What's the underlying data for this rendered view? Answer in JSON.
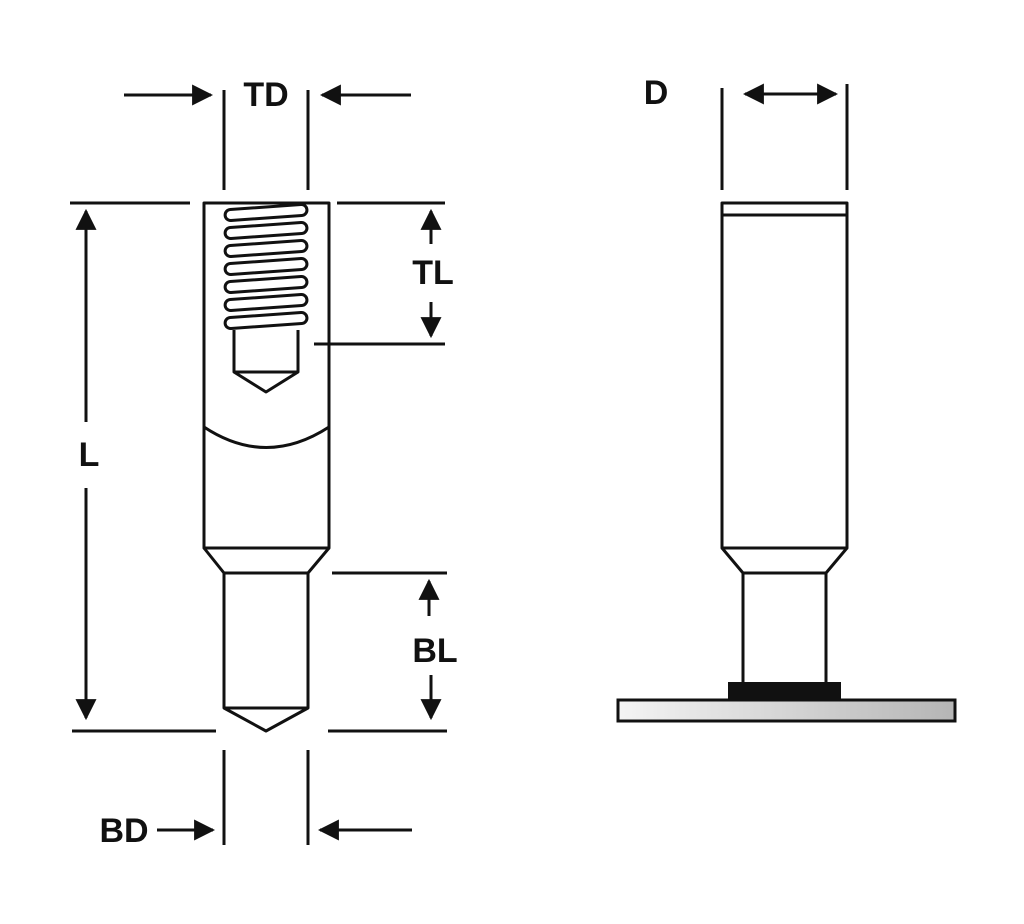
{
  "labels": {
    "td": "TD",
    "d": "D",
    "tl": "TL",
    "l": "L",
    "bl": "BL",
    "bd": "BD"
  },
  "colors": {
    "stroke": "#111111",
    "background": "#ffffff",
    "base_plate_gradient_start": "#f2f2f2",
    "base_plate_gradient_end": "#b9b9b9",
    "weld_pad": "#111111"
  }
}
